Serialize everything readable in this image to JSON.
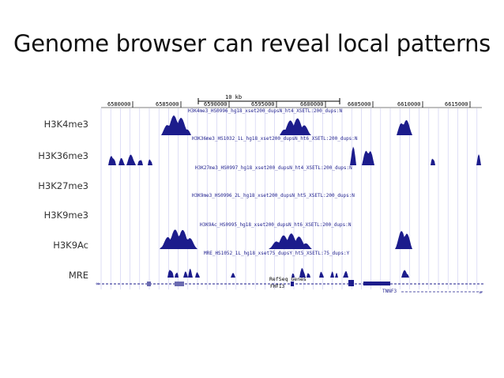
{
  "slide": {
    "title": "Genome browser can reveal local patterns"
  },
  "browser": {
    "scale_label": "10 kb",
    "ruler_ticks": [
      "6580000",
      "6585000",
      "6590000",
      "6595000",
      "6600000",
      "6605000",
      "6610000",
      "6615000"
    ],
    "gene_track_label": "RefSeq Genes",
    "genes": [
      {
        "name": "FHF13"
      },
      {
        "name": "TNNF3"
      }
    ],
    "data_color": "#1c1c8c",
    "grid_color": "#c8c8f0"
  },
  "tracks": [
    {
      "label": "H3K4me3",
      "caption": "H3K4me3_HS0996_hg18_xset200_dupsN_ht4_XSETL:200_dups:N"
    },
    {
      "label": "H3K36me3",
      "caption": "H3K36me3_HS1032_1L_hg18_xset200_dupsN_ht6_XSETL:200_dups:N"
    },
    {
      "label": "H3K27me3",
      "caption": "H3K27me3_HS0997_hg18_xset200_dupsN_ht4_XSETL:200_dups:N"
    },
    {
      "label": "H3K9me3",
      "caption": "H3K9me3_HS0996_2L_hg18_xset200_dupsN_ht5_XSETL:200_dups:N"
    },
    {
      "label": "H3K9Ac",
      "caption": "H3K9Ac_HS0995_hg18_xset200_dupsN_ht6_XSETL:200_dups:N"
    },
    {
      "label": "MRE",
      "caption": "MRE_HS1052_1L_hg18_xset75_dupsY_ht5_XSETL:75_dups:Y"
    }
  ]
}
